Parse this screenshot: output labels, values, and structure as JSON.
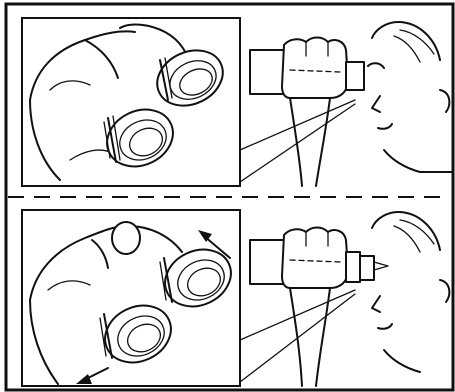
{
  "figure": {
    "panels": [
      {
        "id": "top",
        "step": "eyecups-retracted"
      },
      {
        "id": "bottom",
        "step": "eyecups-extended"
      }
    ],
    "separator": "dashed"
  }
}
